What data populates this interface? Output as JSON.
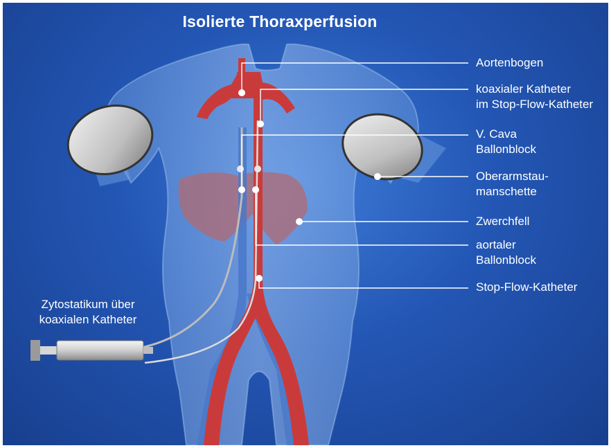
{
  "title": "Isolierte Thoraxperfusion",
  "labels": {
    "aortenbogen": "Aortenbogen",
    "koaxialer_line1": "koaxialer Katheter",
    "koaxialer_line2": "im Stop-Flow-Katheter",
    "vcava_line1": "V. Cava",
    "vcava_line2": "Ballonblock",
    "oberarm_line1": "Oberarmstau-",
    "oberarm_line2": "manschette",
    "zwerchfell": "Zwerchfell",
    "aortal_line1": "aortaler",
    "aortal_line2": "Ballonblock",
    "stopflow": "Stop-Flow-Katheter",
    "zyto_line1": "Zytostatikum über",
    "zyto_line2": "koaxialen Katheter"
  },
  "colors": {
    "artery": "#c93b3b",
    "vein": "#4a78c9",
    "body": "#7fa9e6",
    "diaphragm": "#b06a72",
    "cuff": "#d9d9d9",
    "leader": "#ffffff"
  }
}
